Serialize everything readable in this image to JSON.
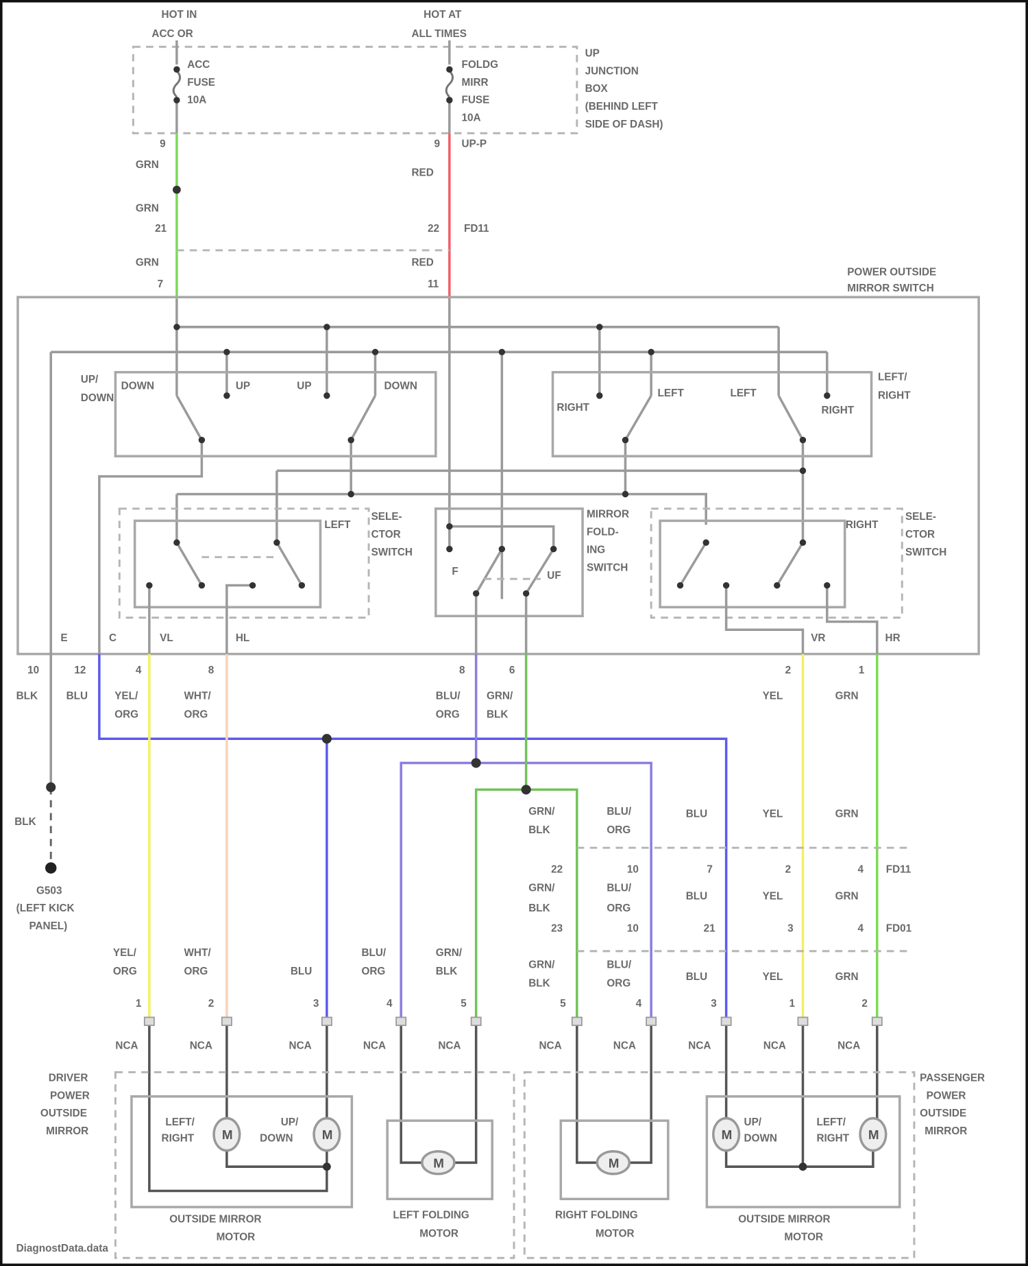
{
  "colors": {
    "grn": "#7ed957",
    "red": "#f0606a",
    "blu": "#5b5bf0",
    "yel": "#f5f060",
    "wht_org": "#f7d2b8",
    "blu_org": "#8a7ee0",
    "grn_blk": "#73c25a",
    "frame": "#111111"
  },
  "power": {
    "acc": [
      "HOT IN",
      "ACC OR"
    ],
    "batt": [
      "HOT AT",
      "ALL TIMES"
    ],
    "acc_fuse": [
      "ACC",
      "FUSE",
      "10A"
    ],
    "mirr_fuse": [
      "FOLDG",
      "MIRR",
      "FUSE",
      "10A"
    ],
    "junction_box": [
      "UP",
      "JUNCTION",
      "BOX",
      "(BEHIND LEFT",
      "SIDE OF DASH)"
    ],
    "acc_pin": "9",
    "batt_pin": "9",
    "batt_conn": "UP-P",
    "grn1": "GRN",
    "grn2": "GRN",
    "grn3": "GRN",
    "red1": "RED",
    "red2": "RED",
    "pin21": "21",
    "pin22": "22",
    "fd11": "FD11",
    "pin7": "7",
    "pin11": "11"
  },
  "switch": {
    "title": [
      "POWER OUTSIDE",
      "MIRROR SWITCH"
    ],
    "updown": [
      "UP/",
      "DOWN"
    ],
    "down1": "DOWN",
    "up1": "UP",
    "up2": "UP",
    "down2": "DOWN",
    "leftright": [
      "LEFT/",
      "RIGHT"
    ],
    "right1": "RIGHT",
    "left1": "LEFT",
    "left2": "LEFT",
    "right2": "RIGHT",
    "left_sel": "LEFT",
    "selector": [
      "SELE-",
      "CTOR",
      "SWITCH"
    ],
    "folding": [
      "MIRROR",
      "FOLD-",
      "ING",
      "SWITCH"
    ],
    "f": "F",
    "uf": "UF",
    "right_sel": "RIGHT",
    "selector2": [
      "SELE-",
      "CTOR",
      "SWITCH"
    ],
    "terminals": [
      "E",
      "C",
      "VL",
      "HL",
      "VR",
      "HR"
    ],
    "pins": [
      "10",
      "12",
      "4",
      "8",
      "8",
      "6",
      "2",
      "1"
    ]
  },
  "wires_top": {
    "blk": "BLK",
    "blu": "BLU",
    "yel_org": [
      "YEL/",
      "ORG"
    ],
    "wht_org": [
      "WHT/",
      "ORG"
    ],
    "blu_org": [
      "BLU/",
      "ORG"
    ],
    "grn_blk": [
      "GRN/",
      "BLK"
    ],
    "yel": "YEL",
    "grn": "GRN"
  },
  "ground": {
    "wire": "BLK",
    "label": [
      "G503",
      "(LEFT KICK",
      "PANEL)"
    ]
  },
  "connector": {
    "row1_labels": {
      "grn_blk": [
        "GRN/",
        "BLK"
      ],
      "blu_org": [
        "BLU/",
        "ORG"
      ],
      "blu": "BLU",
      "yel": "YEL",
      "grn": "GRN"
    },
    "row1_pins": [
      "22",
      "10",
      "7",
      "2",
      "4"
    ],
    "row1_name": "FD11",
    "row2_labels": {
      "grn_blk": [
        "GRN/",
        "BLK"
      ],
      "blu_org": [
        "BLU/",
        "ORG"
      ],
      "blu": "BLU",
      "yel": "YEL",
      "grn": "GRN"
    },
    "row2_pins": [
      "23",
      "10",
      "21",
      "3",
      "4"
    ],
    "row2_name": "FD01",
    "row3_labels": {
      "grn_blk": [
        "GRN/",
        "BLK"
      ],
      "blu_org": [
        "BLU/",
        "ORG"
      ],
      "blu": "BLU",
      "yel": "YEL",
      "grn": "GRN"
    }
  },
  "lower_left": {
    "yel_org": [
      "YEL/",
      "ORG"
    ],
    "wht_org": [
      "WHT/",
      "ORG"
    ],
    "blu": "BLU",
    "blu_org": [
      "BLU/",
      "ORG"
    ],
    "grn_blk": [
      "GRN/",
      "BLK"
    ]
  },
  "motor_pins": [
    "1",
    "2",
    "3",
    "4",
    "5",
    "5",
    "4",
    "3",
    "1",
    "2"
  ],
  "nca": [
    "NCA",
    "NCA",
    "NCA",
    "NCA",
    "NCA",
    "NCA",
    "NCA",
    "NCA",
    "NCA",
    "NCA"
  ],
  "driver": {
    "title": [
      "DRIVER",
      "POWER",
      "OUTSIDE",
      "MIRROR"
    ],
    "lr": [
      "LEFT/",
      "RIGHT"
    ],
    "ud": [
      "UP/",
      "DOWN"
    ],
    "m": "M",
    "motor": [
      "OUTSIDE MIRROR",
      "MOTOR"
    ],
    "fold": [
      "LEFT FOLDING",
      "MOTOR"
    ]
  },
  "passenger": {
    "title": [
      "PASSENGER",
      "POWER",
      "OUTSIDE",
      "MIRROR"
    ],
    "ud": [
      "UP/",
      "DOWN"
    ],
    "lr": [
      "LEFT/",
      "RIGHT"
    ],
    "m": "M",
    "motor": [
      "OUTSIDE MIRROR",
      "MOTOR"
    ],
    "fold": [
      "RIGHT FOLDING",
      "MOTOR"
    ]
  },
  "watermark": "DiagnostData.data"
}
